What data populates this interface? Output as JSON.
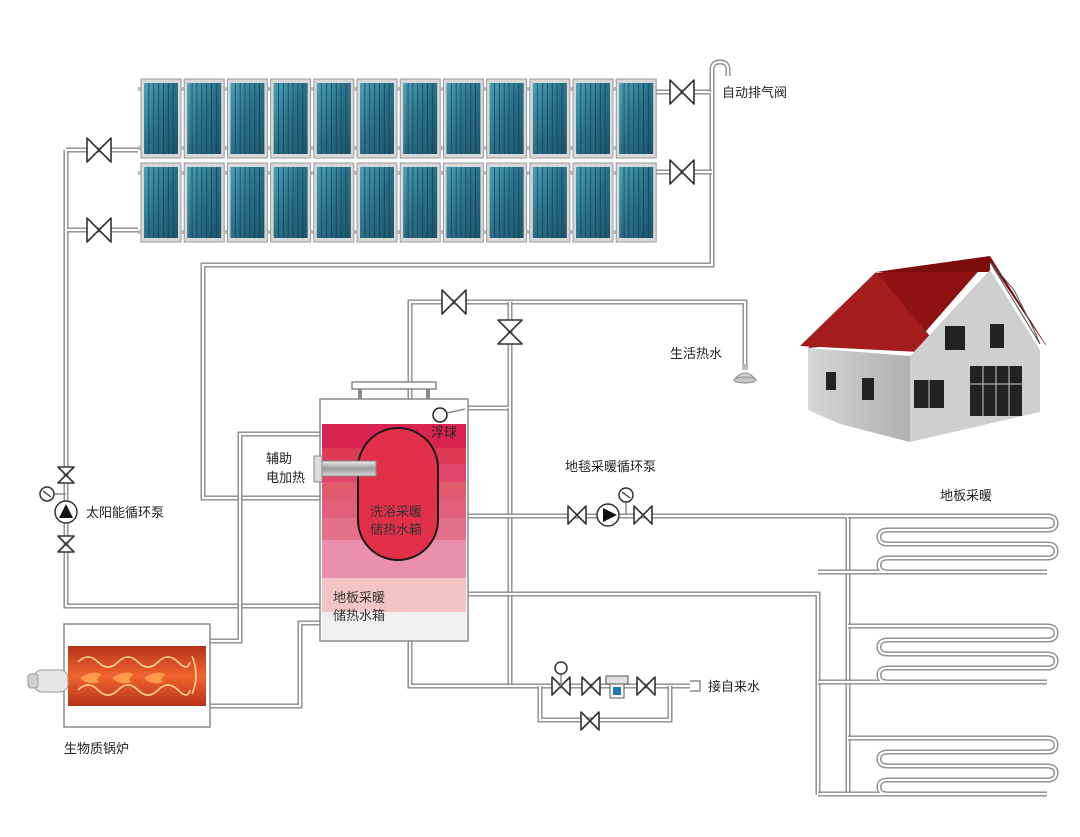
{
  "labels": {
    "auto_vent_valve": "自动排气阀",
    "domestic_hot_water": "生活热水",
    "float_ball": "浮球",
    "aux_heater_line1": "辅助",
    "aux_heater_line2": "电加热",
    "bath_tank_line1": "洗浴采暖",
    "bath_tank_line2": "储热水箱",
    "floor_tank_line1": "地板采暖",
    "floor_tank_line2": "储热水箱",
    "solar_pump": "太阳能循环泵",
    "carpet_pump": "地毯采暖循环泵",
    "floor_heating": "地板采暖",
    "tap_water": "接自来水",
    "biomass_boiler": "生物质锅炉"
  },
  "colors": {
    "pipe": "#8a8a8a",
    "collector": "#2f7d95",
    "tank_inner": "#e0304a",
    "roof": "#9b1b1b",
    "boiler": "#e0542a"
  },
  "icons": [
    "solar-collector-icon",
    "valve-icon",
    "pump-icon",
    "pressure-gauge-icon",
    "shower-head-icon",
    "house-icon",
    "boiler-icon",
    "filter-icon"
  ]
}
